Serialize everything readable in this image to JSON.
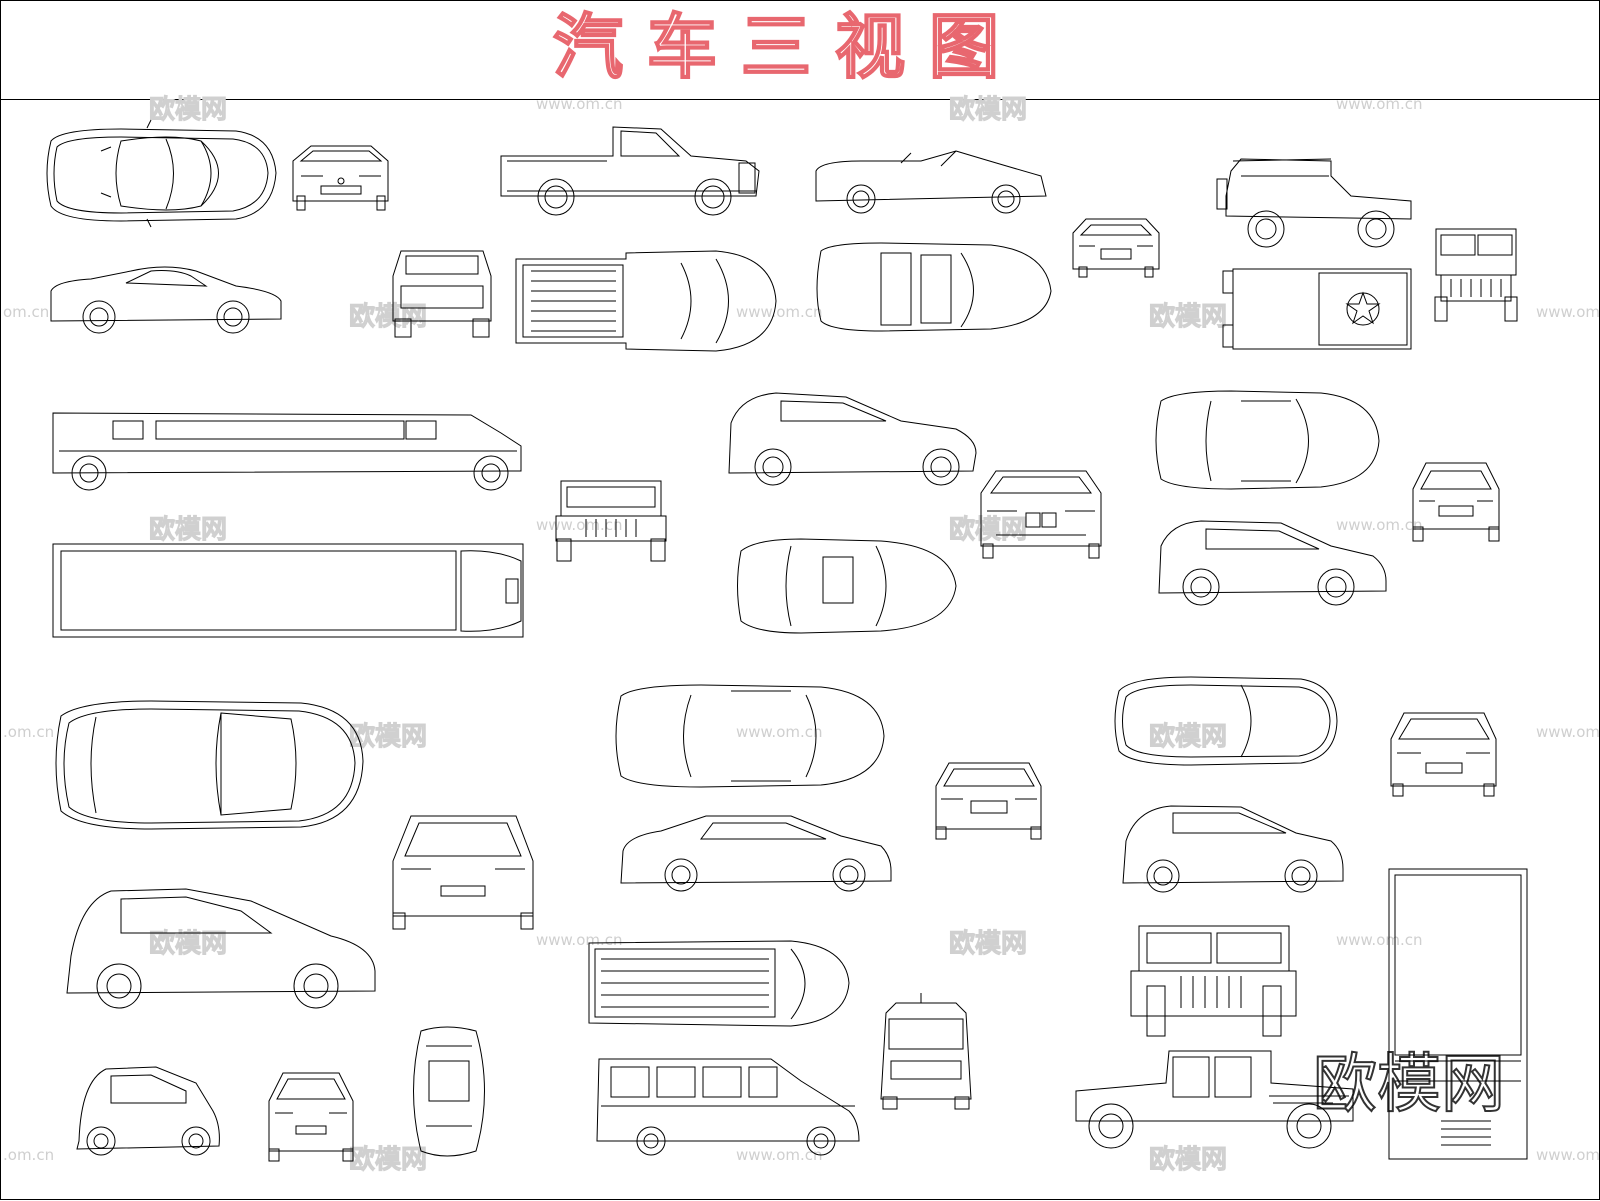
{
  "title": "汽车三视图",
  "watermarks": {
    "cn": "欧模网",
    "url": "www.om.cn",
    "url_cut_left": "om.cn",
    "url_cut_left2": ".om.cn",
    "big": "欧模网"
  },
  "colors": {
    "title_stroke": "#e8676f",
    "line": "#000000",
    "watermark": "#d0d0d0"
  }
}
